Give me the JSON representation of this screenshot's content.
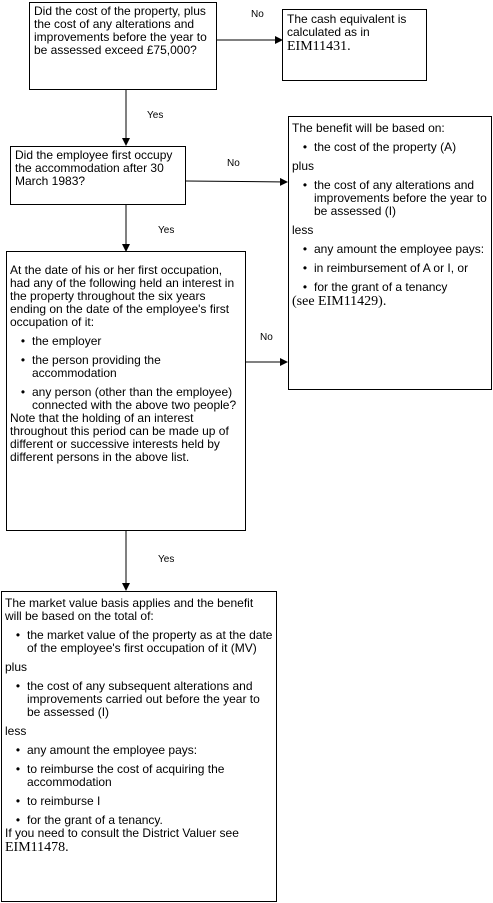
{
  "box1": {
    "text": "Did the cost of the property, plus the cost of any alterations and improvements before the year to be assessed exceed £75,000?"
  },
  "box2": {
    "text": "The cash equivalent is calculated as in",
    "ref": "EIM11431."
  },
  "box3": {
    "text": "Did the employee first occupy the accommodation after 30 March 1983?"
  },
  "box4": {
    "intro": "The benefit will be based on:",
    "b1": "the cost of the property (A)",
    "plus": "plus",
    "b2": "the cost of any alterations and improvements before the year to be assessed (I)",
    "less": "less",
    "b3": "any amount the employee pays:",
    "b4": "in reimbursement of A or I, or",
    "b5": "for the grant of a tenancy",
    "ref": "(see EIM11429)."
  },
  "box5": {
    "intro": "At the date of his or her first occupation, had any of the following held an interest in the property throughout the six years ending on the date of the employee's first occupation of it:",
    "b1": "the employer",
    "b2": "the person providing the accommodation",
    "b3": "any person (other than the employee) connected with the above two people?",
    "note": "Note that the holding of an interest throughout this period can be made up of different or successive interests held by different persons in the above list."
  },
  "box6": {
    "intro": "The market value basis applies and the benefit will be based on the total of:",
    "b1": "the market value of the property as at the date of the employee's first occupation of it (MV)",
    "plus": "plus",
    "b2": "the cost of any subsequent alterations and improvements carried out before the year to be assessed (I)",
    "less": "less",
    "b3": "any amount the employee pays:",
    "b4": "to reimburse the cost of acquiring the accommodation",
    "b5": "to reimburse I",
    "b6": "for the grant of a tenancy.",
    "outro": "If you need to consult the District Valuer see",
    "ref": "EIM11478."
  },
  "labels": {
    "no1": "No",
    "yes1": "Yes",
    "no2": "No",
    "yes2": "Yes",
    "no3": "No",
    "yes3": "Yes"
  },
  "bullet": "•"
}
